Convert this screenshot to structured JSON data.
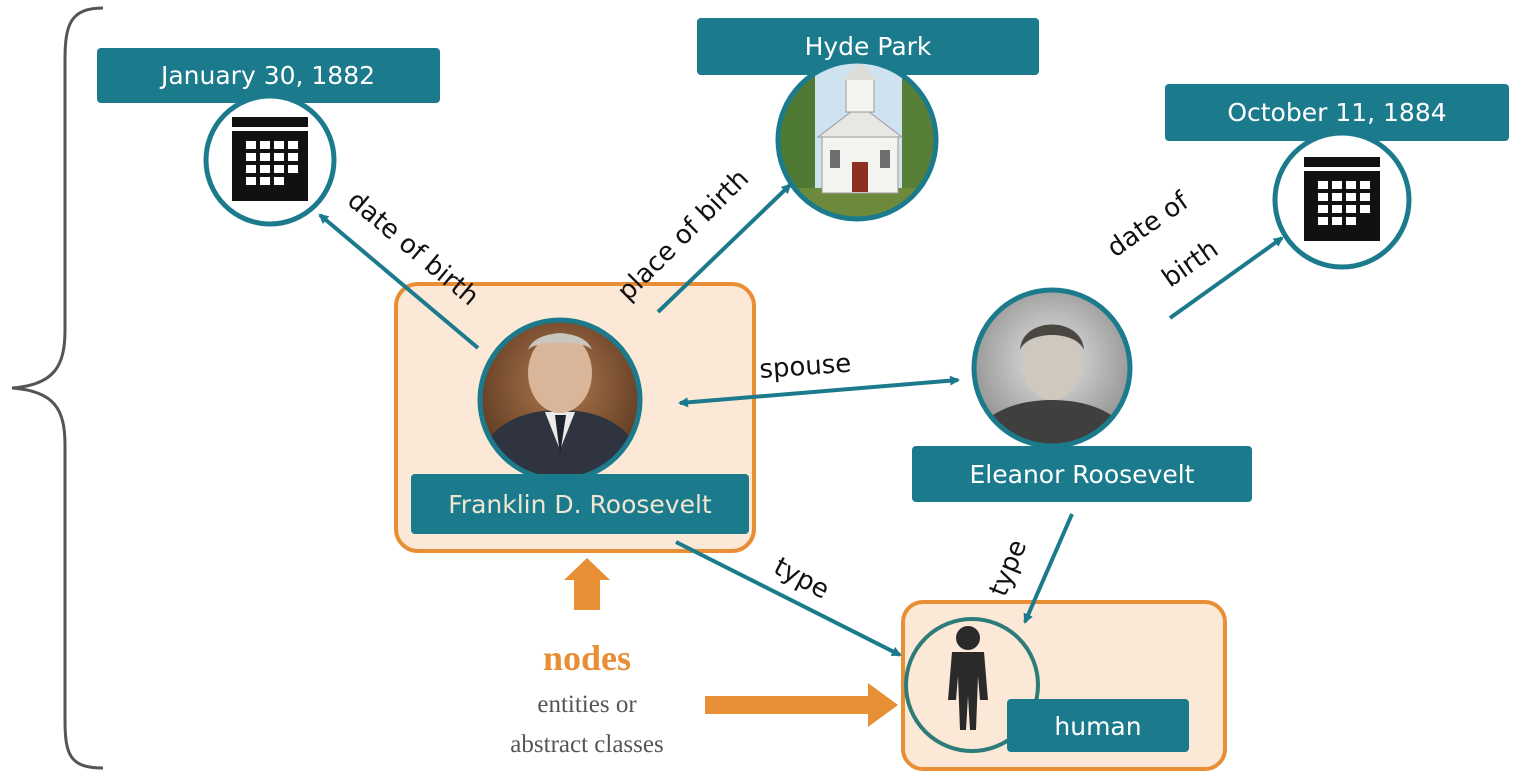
{
  "colors": {
    "teal": "#1b7b8c",
    "orange": "#e88f36",
    "highlight_fill": "#fbe8d6"
  },
  "nodes": {
    "fdr_birthdate": {
      "label": "January 30, 1882",
      "icon": "calendar-icon"
    },
    "hyde_park": {
      "label": "Hyde Park",
      "icon": "church-photo"
    },
    "er_birthdate": {
      "label": "October 11, 1884",
      "icon": "calendar-icon"
    },
    "fdr": {
      "label": "Franklin D. Roosevelt",
      "icon": "portrait-photo"
    },
    "eleanor": {
      "label": "Eleanor Roosevelt",
      "icon": "portrait-photo"
    },
    "human": {
      "label": "human",
      "icon": "person-icon"
    }
  },
  "edges": {
    "fdr_date": "date of birth",
    "fdr_place": "place of birth",
    "er_date_line1": "date of",
    "er_date_line2": "birth",
    "spouse": "spouse",
    "fdr_type": "type",
    "er_type": "type"
  },
  "annotation": {
    "title": "nodes",
    "line1": "entities or",
    "line2": "abstract classes"
  }
}
